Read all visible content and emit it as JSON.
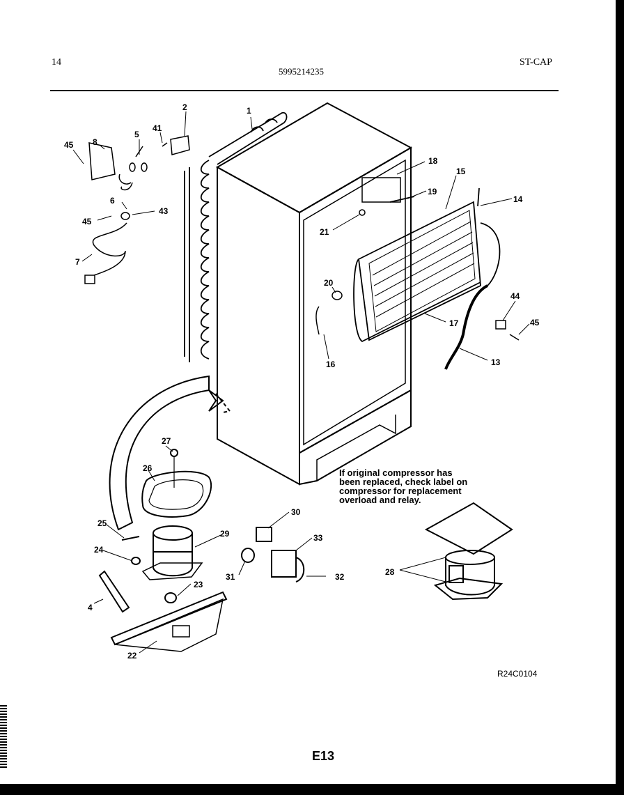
{
  "header": {
    "page_number": "14",
    "part_number": "5995214235",
    "model": "ST-CAP"
  },
  "callouts": [
    "1",
    "2",
    "4",
    "5",
    "6",
    "7",
    "8",
    "13",
    "14",
    "15",
    "16",
    "17",
    "18",
    "19",
    "20",
    "21",
    "22",
    "23",
    "24",
    "25",
    "26",
    "27",
    "28",
    "29",
    "30",
    "31",
    "32",
    "33",
    "41",
    "43",
    "44",
    "45"
  ],
  "note": {
    "lines": [
      "If original compressor has",
      "been replaced, check label on",
      "compressor for replacement",
      "overload and relay."
    ]
  },
  "footer": {
    "drawing_ref": "R24C0104",
    "page_code": "E13"
  }
}
